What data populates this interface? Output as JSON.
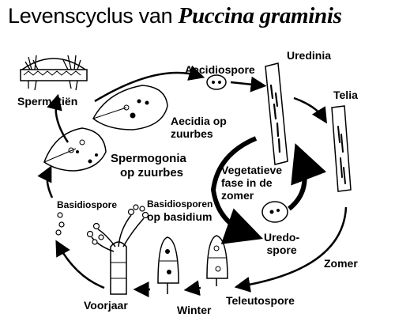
{
  "title": {
    "prefix": "Levenscyclus van",
    "species": "Puccina graminis"
  },
  "labels": {
    "spermatien": "Spermatiën",
    "aecidiospore": "Aecidiospore",
    "uredinia": "Uredinia",
    "telia": "Telia",
    "aecidia_line1": "Aecidia op",
    "aecidia_line2": "zuurbes",
    "spermogonia_line1": "Spermogonia",
    "spermogonia_line2": "op  zuurbes",
    "vegetatieve_line1": "Vegetatieve",
    "vegetatieve_line2": "fase in de",
    "vegetatieve_line3": "zomer",
    "basidiospore": "Basidiospore",
    "basidiosporen_line1": "Basidiosporen",
    "basidiosporen_line2": "op basidium",
    "uredo_line1": "Uredo-",
    "uredo_line2": "spore",
    "zomer": "Zomer",
    "teleutospore": "Teleutospore",
    "winter": "Winter",
    "voorjaar": "Voorjaar"
  }
}
